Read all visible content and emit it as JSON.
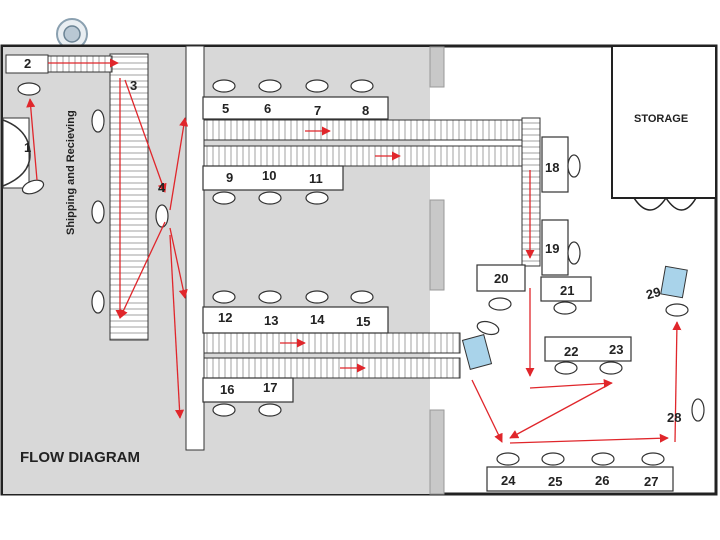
{
  "title": "FLOW DIAGRAM",
  "area_labels": {
    "shipping": "Shipping and Recieving",
    "storage": "STORAGE"
  },
  "stations": [
    "1",
    "2",
    "3",
    "4",
    "5",
    "6",
    "7",
    "8",
    "9",
    "10",
    "11",
    "12",
    "13",
    "14",
    "15",
    "16",
    "17",
    "18",
    "19",
    "20",
    "21",
    "22",
    "23",
    "24",
    "25",
    "26",
    "27",
    "28",
    "29"
  ],
  "colors": {
    "floor_gray": "#d8d8d8",
    "flow_arrow": "#e0262b",
    "outline": "#333333",
    "conveyor": "#ffffff",
    "machine_blue": "#a9d3ea"
  },
  "icons": [
    "logo-icon",
    "chair-icon",
    "machine-icon",
    "door-icon"
  ]
}
